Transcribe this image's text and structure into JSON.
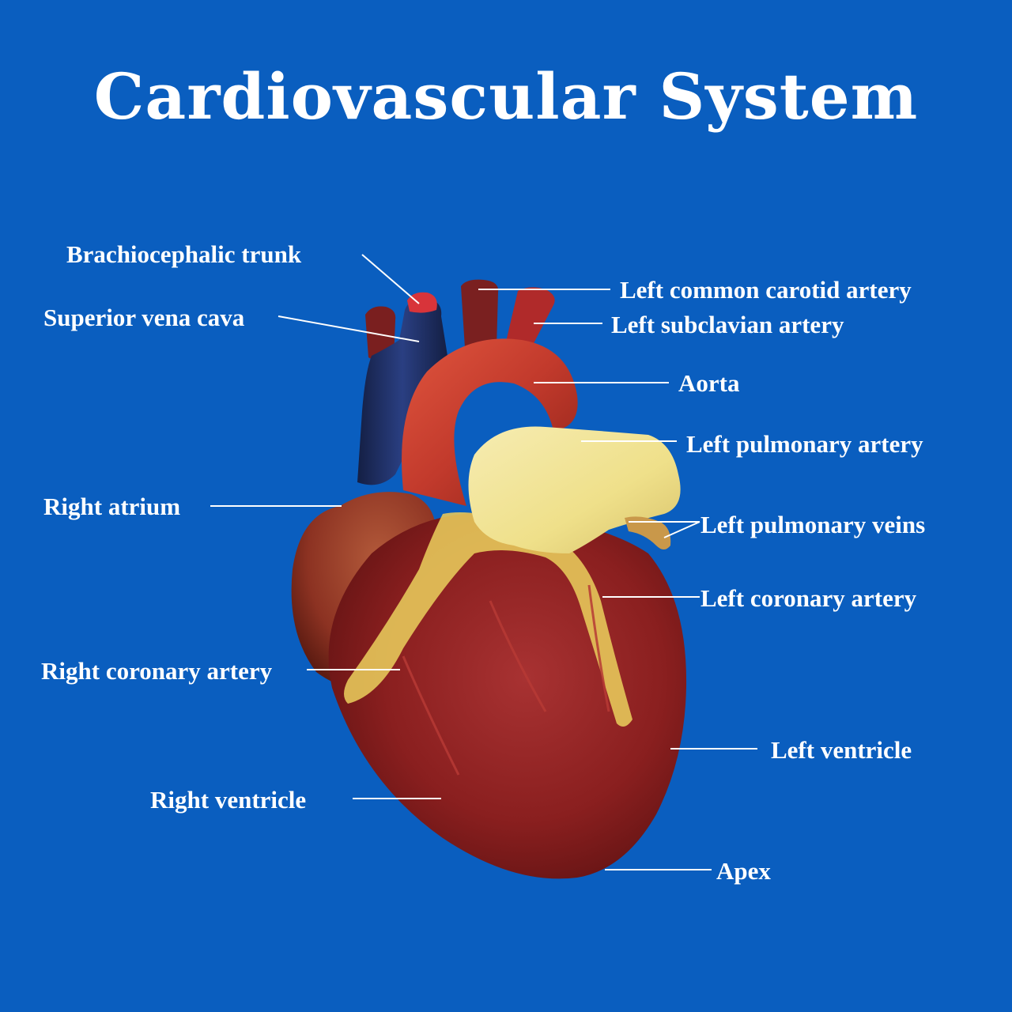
{
  "title": "Cardiovascular System",
  "colors": {
    "background": "#0a5ebf",
    "text": "#ffffff",
    "leader_line": "#ffffff",
    "muscle": "#8a1f1f",
    "aorta": "#c23a2c",
    "vena_cava": "#1c2f66",
    "pulmonary_artery": "#efe08a",
    "fat": "#e9c95a"
  },
  "labels": {
    "brachiocephalic_trunk": "Brachiocephalic trunk",
    "superior_vena_cava": "Superior vena cava",
    "left_common_carotid_artery": "Left common carotid artery",
    "left_subclavian_artery": "Left subclavian artery",
    "aorta": "Aorta",
    "left_pulmonary_artery": "Left pulmonary artery",
    "right_atrium": "Right atrium",
    "left_pulmonary_veins": "Left pulmonary veins",
    "left_coronary_artery": "Left coronary artery",
    "right_coronary_artery": "Right coronary artery",
    "left_ventricle": "Left ventricle",
    "right_ventricle": "Right ventricle",
    "apex": "Apex"
  }
}
